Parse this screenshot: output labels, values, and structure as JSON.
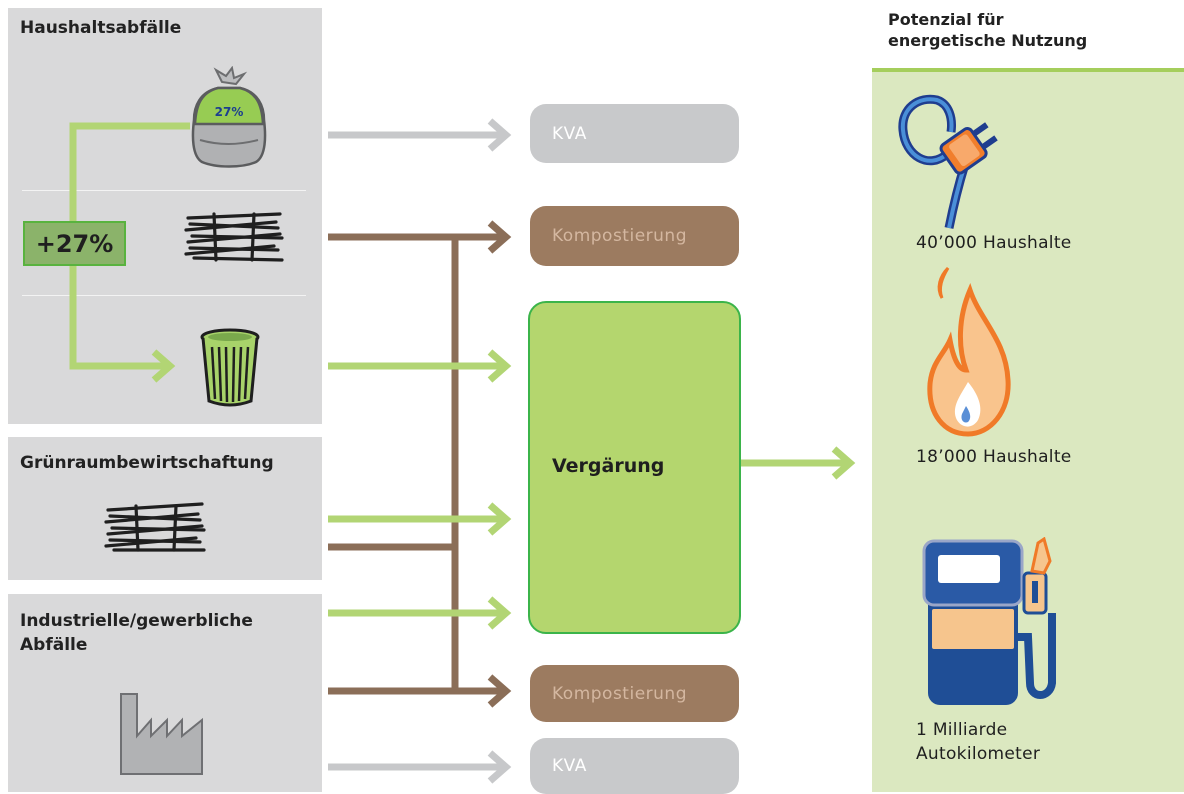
{
  "sources": {
    "haushalt_title": "Haushaltsabfälle",
    "gruen_title": "Grünraumbewirtschaftung",
    "industrie_title_1": "Industrielle/gewerbliche",
    "industrie_title_2": "Abfälle",
    "bag_percent": "27%",
    "increase_label": "+27%"
  },
  "processes": {
    "kva_top": "KVA",
    "kompost_top": "Kompostierung",
    "vergaerung": "Vergärung",
    "kompost_bottom": "Kompostierung",
    "kva_bottom": "KVA"
  },
  "potential": {
    "title_1": "Potenzial für",
    "title_2": "energetische Nutzung",
    "electricity": "40’000 Haushalte",
    "heat": "18’000 Haushalte",
    "fuel_1": "1 Milliarde",
    "fuel_2": "Autokilometer"
  },
  "colors": {
    "green_arrow": "#b2d574",
    "brown_arrow": "#8b6e58",
    "gray_arrow": "#c7c8ca",
    "panel_gray": "#d9d9da",
    "potential_bg": "#dbe8c0"
  }
}
